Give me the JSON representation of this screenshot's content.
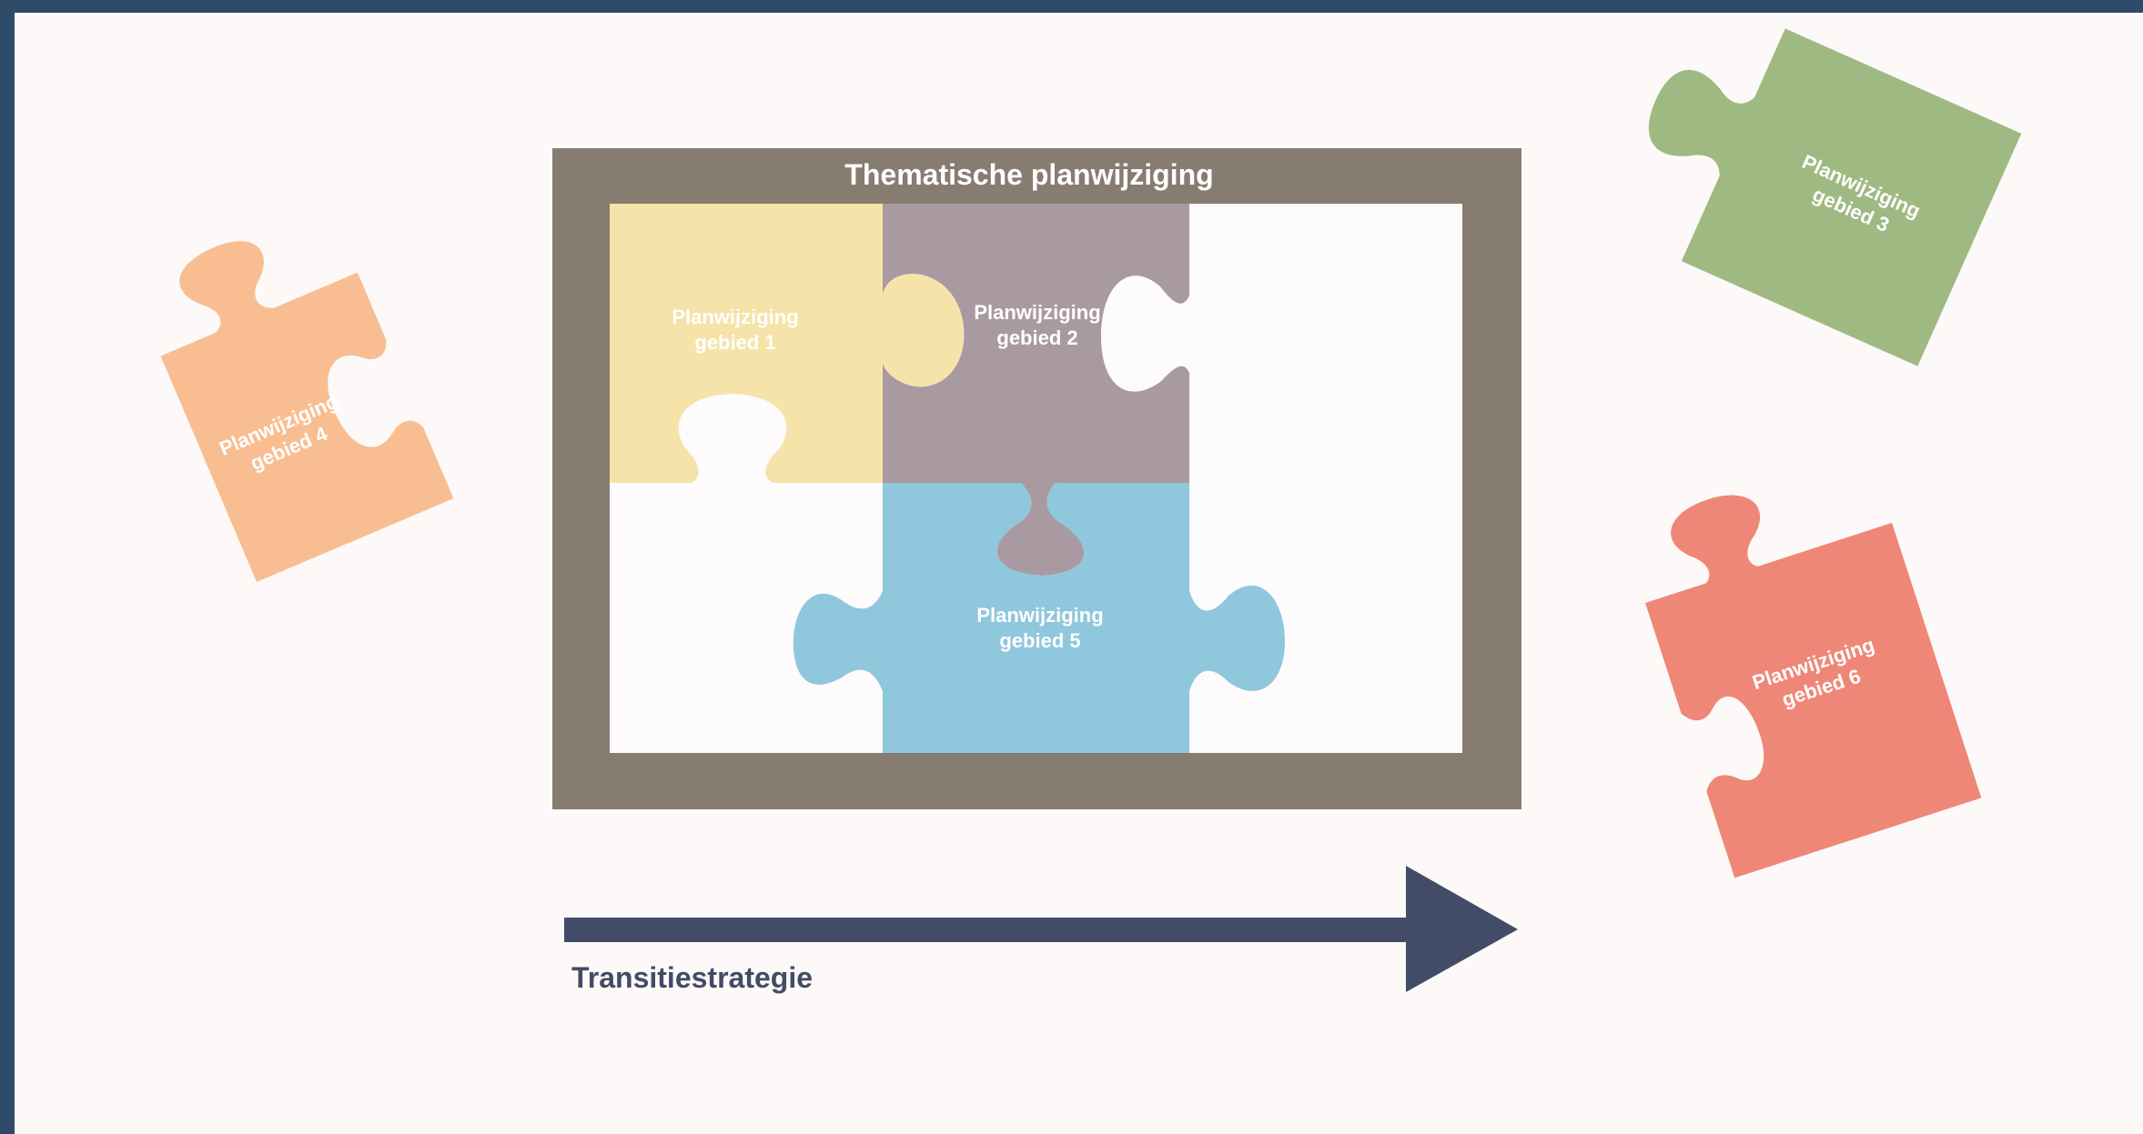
{
  "frame": {
    "title": "Thematische planwijziging",
    "color": "#877c70"
  },
  "pieces": {
    "area1": {
      "line1": "Planwijziging",
      "line2": "gebied 1",
      "color": "#f5e3a9"
    },
    "area2": {
      "line1": "Planwijziging",
      "line2": "gebied 2",
      "color": "#a99aa1"
    },
    "area3": {
      "line1": "Planwijziging",
      "line2": "gebied 3",
      "color": "#9fb982"
    },
    "area4": {
      "line1": "Planwijziging",
      "line2": "gebied 4",
      "color": "#f8be92"
    },
    "area5": {
      "line1": "Planwijziging",
      "line2": "gebied 5",
      "color": "#8fc7dd"
    },
    "area6": {
      "line1": "Planwijziging",
      "line2": "gebied 6",
      "color": "#ef8778"
    }
  },
  "arrow": {
    "label": "Transitiestrategie",
    "color": "#434c66"
  }
}
